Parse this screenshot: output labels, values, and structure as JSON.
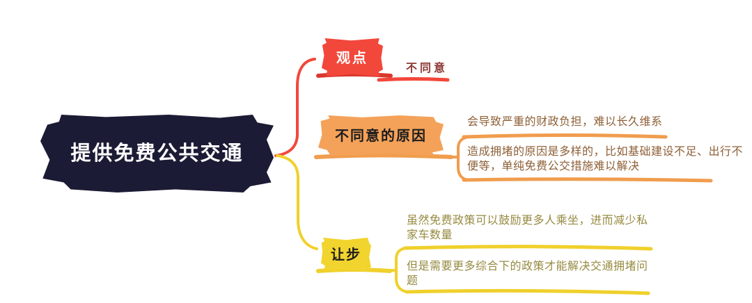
{
  "mindmap": {
    "root": {
      "label": "提供免费公共交通"
    },
    "branches": [
      {
        "id": "viewpoint",
        "label": "观点",
        "children": [
          {
            "text": "不同意"
          }
        ]
      },
      {
        "id": "disagree-reasons",
        "label": "不同意的原因",
        "children": [
          {
            "text": "会导致严重的财政负担，难以长久维系"
          },
          {
            "text": "造成拥堵的原因是多样的，比如基础建设不足、出行不便等，单纯免费公交措施难以解决"
          }
        ]
      },
      {
        "id": "concession",
        "label": "让步",
        "children": [
          {
            "text": "虽然免费政策可以鼓励更多人乘坐，进而减少私家车数量"
          },
          {
            "text": "但是需要更多综合下的政策才能解决交通拥堵问题"
          }
        ]
      }
    ]
  },
  "colors": {
    "canvas-bg": "#ffffff",
    "root-bg": "#1b1b35",
    "root-text": "#ffffff",
    "dark-text": "#1d1d1d",
    "branch1": "#f2473b",
    "branch1-dark": "#da382e",
    "branch1-text": "#ffffff",
    "branch1-child-text": "#8e3935",
    "branch2": "#f4a259",
    "branch2-line": "#f09d4e",
    "branch2-child-text": "#8d5f36",
    "branch3": "#f2d42e",
    "branch3-line": "#f0d02c",
    "branch3-child-text": "#968a41"
  }
}
